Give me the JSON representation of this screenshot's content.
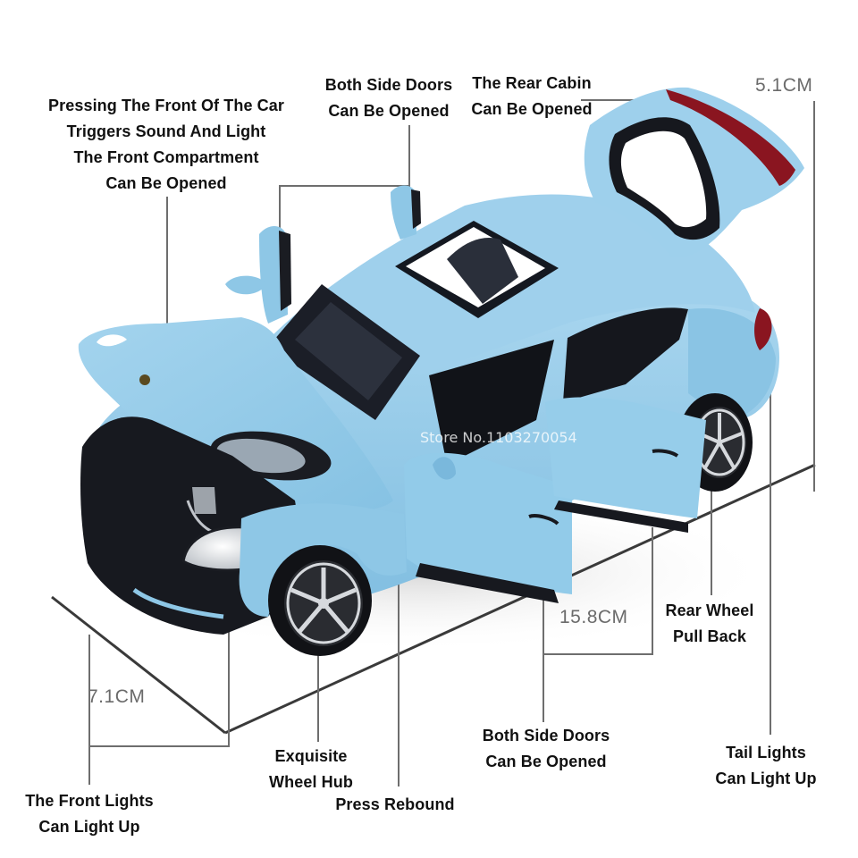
{
  "product": {
    "subject": "blue die-cast toy SUV with open doors, hood, trunk and sunroof",
    "body_color": "#8fc7e6",
    "dark_trim_color": "#1a1c22",
    "tail_light_color": "#8a1520"
  },
  "callouts": {
    "front_compartment": {
      "line1": "Pressing The Front Of The Car",
      "line2": "Triggers Sound And Light",
      "line3": "The Front Compartment",
      "line4": "Can Be Opened"
    },
    "side_doors_top": {
      "line1": "Both Side Doors",
      "line2": "Can Be Opened"
    },
    "rear_cabin": {
      "line1": "The Rear Cabin",
      "line2": "Can Be Opened"
    },
    "rear_wheel": {
      "line1": "Rear Wheel",
      "line2": "Pull Back"
    },
    "side_doors_bottom": {
      "line1": "Both Side Doors",
      "line2": "Can Be Opened"
    },
    "tail_lights": {
      "line1": "Tail Lights",
      "line2": "Can Light Up"
    },
    "wheel_hub": {
      "line1": "Exquisite",
      "line2": "Wheel Hub"
    },
    "press_rebound": {
      "line1": "Press Rebound"
    },
    "front_lights": {
      "line1": "The Front Lights",
      "line2": "Can Light Up"
    }
  },
  "dimensions": {
    "height": "5.1CM",
    "length": "15.8CM",
    "width": "7.1CM"
  },
  "watermark": "Store No.1103270054",
  "colors": {
    "text": "#111111",
    "dimension_text": "#6b6b6b",
    "leader_line": "#6e6e6e",
    "floor_line": "#3a3a3a"
  }
}
